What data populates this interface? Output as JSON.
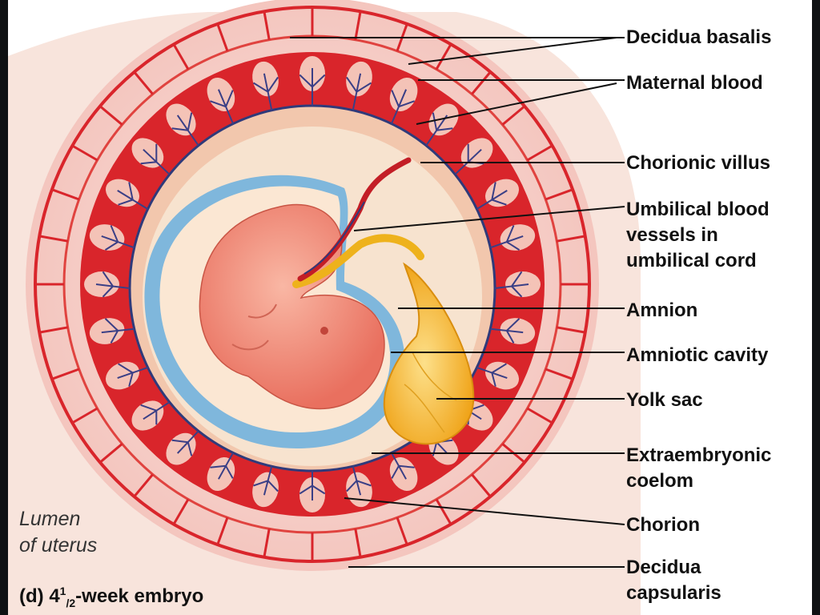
{
  "labels": [
    {
      "id": "decidua-basalis",
      "text": "Decidua basalis"
    },
    {
      "id": "maternal-blood",
      "text": "Maternal blood"
    },
    {
      "id": "chorionic-villus",
      "text": "Chorionic villus"
    },
    {
      "id": "umbilical-vessels",
      "text": "Umbilical blood\nvessels in\numbilical cord"
    },
    {
      "id": "amnion",
      "text": "Amnion"
    },
    {
      "id": "amniotic-cavity",
      "text": "Amniotic cavity"
    },
    {
      "id": "yolk-sac",
      "text": "Yolk sac"
    },
    {
      "id": "extraembryonic-coelom",
      "text": "Extraembryonic\ncoelom"
    },
    {
      "id": "chorion",
      "text": "Chorion"
    },
    {
      "id": "decidua-capsularis",
      "text": "Decidua\ncapsularis"
    }
  ],
  "lumen_label": "Lumen\nof uterus",
  "caption": {
    "prefix": "(d) 4",
    "sup": "1",
    "sub": "/2",
    "suffix": "-week embryo"
  },
  "colors": {
    "blood": "#d9252b",
    "decidua": "#f6d2cc",
    "amnion": "#7fb7dc",
    "embryo": "#f08a7a",
    "yolk": "#f3b11e",
    "coelom": "#f7e3cf"
  }
}
